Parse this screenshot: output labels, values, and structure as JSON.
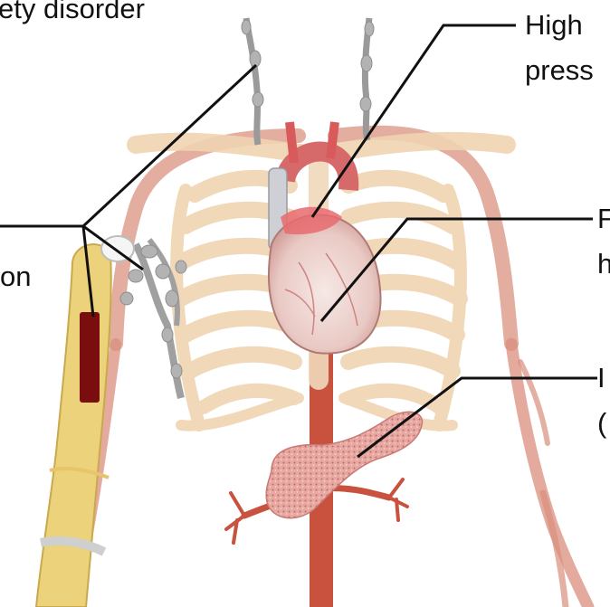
{
  "labels": {
    "top_left": "ety disorder",
    "high_line1": "High",
    "high_line2": "press",
    "heart_line1": "F",
    "heart_line2": "h",
    "left_mid": "on",
    "pancreas_line1": "I",
    "pancreas_line2": "("
  },
  "colors": {
    "artery": "#c8523e",
    "artery_light": "#dc8f7c",
    "ribs": "#f0d4b2",
    "ribs_edge": "#e2bd95",
    "heart": "#ecd3cf",
    "heart_vessels": "#d95a5a",
    "pancreas": "#e6a5a0",
    "bone": "#ecd27a",
    "marrow": "#7a0d0d",
    "lymph": "#a8a8a8",
    "leader": "#111111"
  }
}
